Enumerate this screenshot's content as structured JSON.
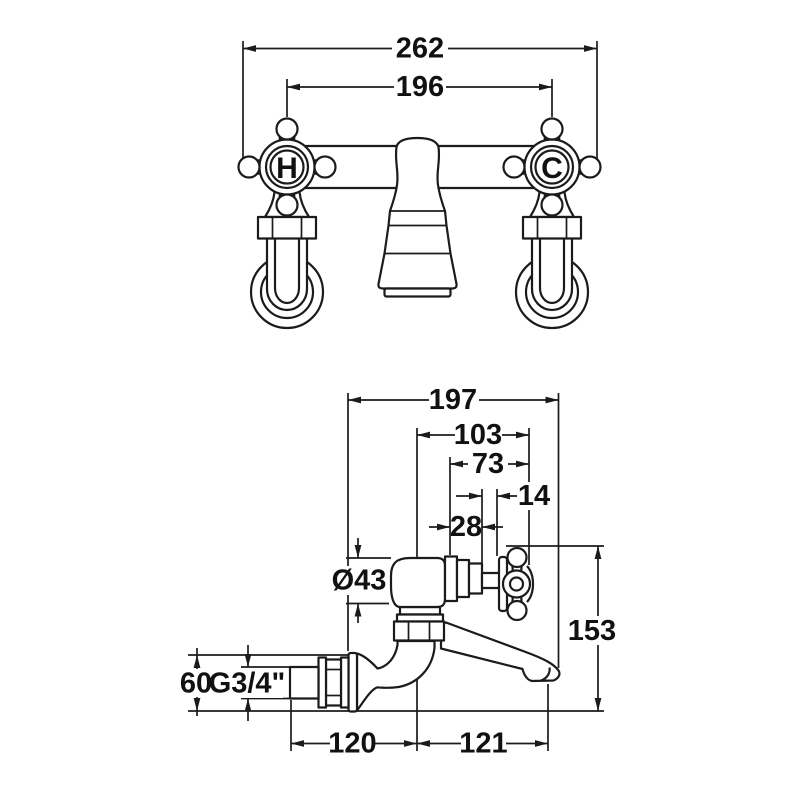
{
  "colors": {
    "line": "#1b1b1b",
    "background": "#ffffff",
    "text": "#111111"
  },
  "front_view": {
    "description": "front elevation of wall mounted bath filler tap",
    "handles": {
      "hot": "H",
      "cold": "C"
    },
    "dims": {
      "overall_width": "262",
      "handle_centres": "196"
    }
  },
  "side_view": {
    "description": "side elevation of wall mounted bath filler tap",
    "dims": {
      "wall_to_spout_tip": "197",
      "centre_to_handle_end": "103",
      "body_to_handle_end": "73",
      "spindle_gap": "14",
      "bonnet_length": "28",
      "body_diameter": "Ø43",
      "overall_drop": "153",
      "flange_diameter": "60",
      "inlet_thread": "G3/4\"",
      "inlet_to_centre": "120",
      "centre_to_spout_tip": "121"
    }
  }
}
